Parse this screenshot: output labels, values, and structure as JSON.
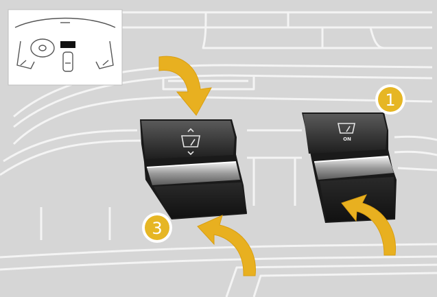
{
  "callouts": [
    {
      "label": "1"
    },
    {
      "label": "3"
    }
  ],
  "switch_right_text": "ON",
  "icons": {
    "locator": "car-dashboard-locator-icon",
    "rear_wiper_symbol": "rear-wiper-icon",
    "arrows": "curved-yellow-arrow-icon"
  },
  "colors": {
    "background": "#d3d3d3",
    "switch_body": "#2a2a2a",
    "arrow": "#e8b020",
    "callout_fill": "#e6b624",
    "callout_ring": "#ffffff"
  }
}
